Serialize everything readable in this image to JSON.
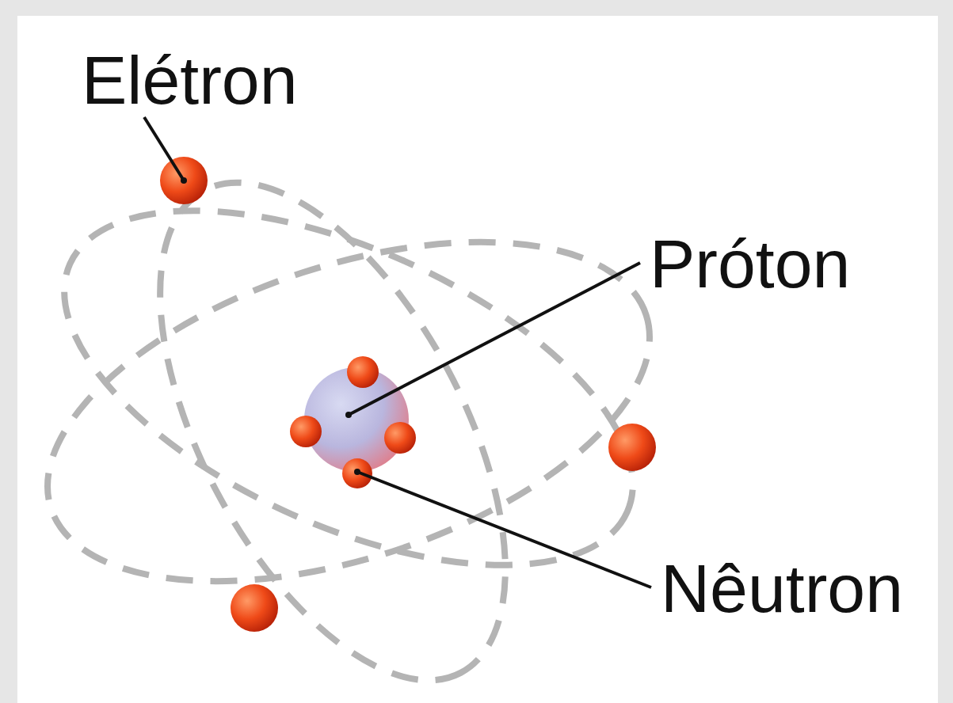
{
  "diagram": {
    "labels": [
      "Elétron",
      "Próton",
      "Nêutron"
    ]
  }
}
